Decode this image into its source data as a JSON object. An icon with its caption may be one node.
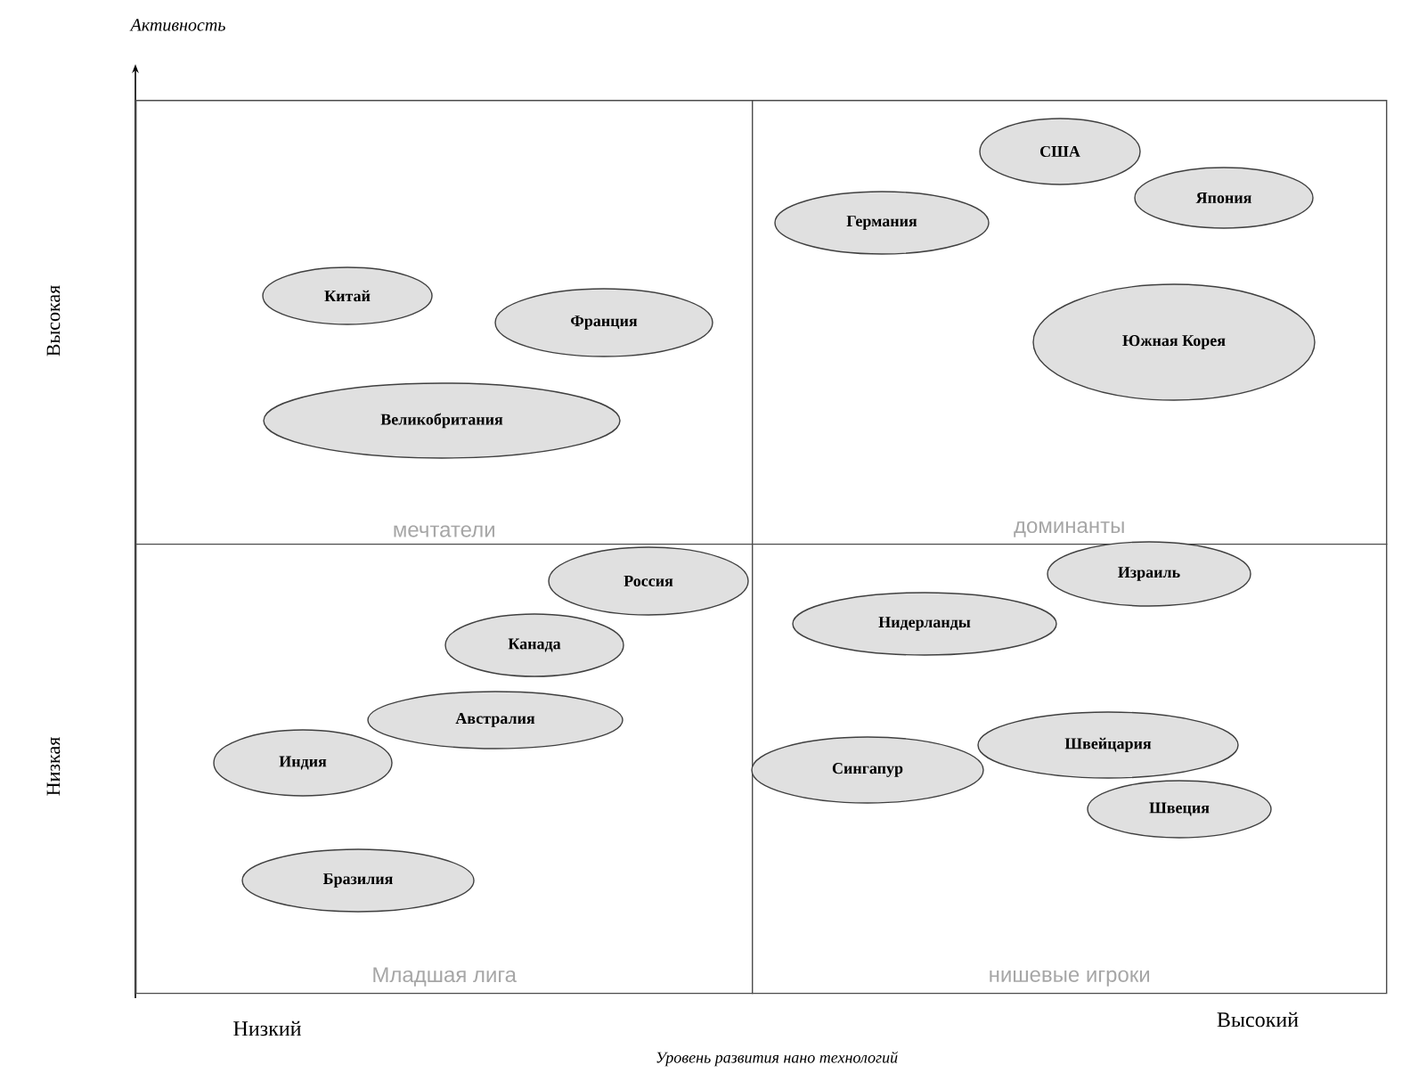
{
  "diagram": {
    "nodes": [
      {
        "text": [
          "мечтатели"
        ]
      },
      {
        "text": [
          "Китай"
        ],
        "in": 0
      },
      {
        "text": [
          "Франция"
        ],
        "in": 0
      },
      {
        "text": [
          "Великобритания"
        ],
        "in": 0
      },
      {
        "text": [
          "доминанты"
        ]
      },
      {
        "text": [
          "США"
        ],
        "in": 4
      },
      {
        "text": [
          "Германия"
        ],
        "in": 4
      },
      {
        "text": [
          "Япония"
        ],
        "in": 4
      },
      {
        "text": [
          "Южная Корея"
        ],
        "in": 4
      },
      {
        "text": [
          "Младшая лига"
        ]
      },
      {
        "text": [
          "Россия"
        ],
        "in": 9
      },
      {
        "text": [
          "Канада"
        ],
        "in": 9
      },
      {
        "text": [
          "Австралия"
        ],
        "in": 9
      },
      {
        "text": [
          "Индия"
        ],
        "in": 9
      },
      {
        "text": [
          "Бразилия"
        ],
        "in": 9
      },
      {
        "text": [
          "нишевые игроки"
        ]
      },
      {
        "text": [
          "Израиль"
        ],
        "in": 15
      },
      {
        "text": [
          "Нидерланды"
        ],
        "in": 15
      },
      {
        "text": [
          "Сингапур"
        ],
        "in": 15
      },
      {
        "text": [
          "Швейцария"
        ],
        "in": 15
      },
      {
        "text": [
          "Швеция"
        ],
        "in": 15
      }
    ],
    "labels": [
      "Активность",
      "Высокая",
      "Низкая",
      "Низкий",
      "Высокий",
      "Уровень развития нано технологий"
    ]
  }
}
